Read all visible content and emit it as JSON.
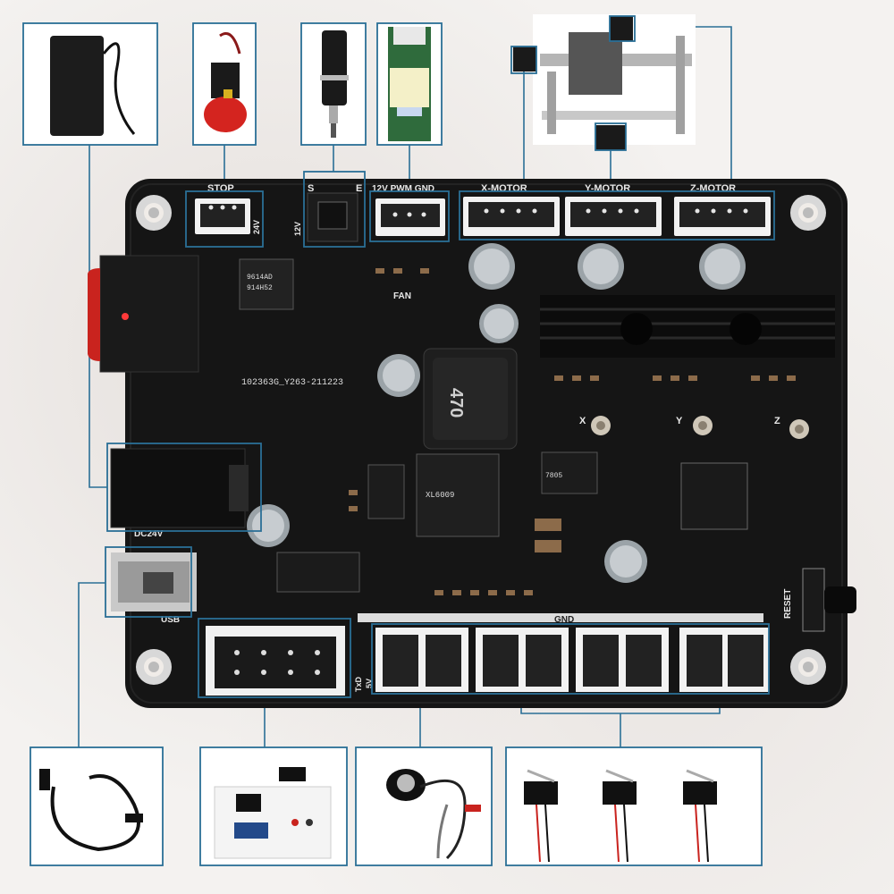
{
  "board": {
    "stop_label": "STOP",
    "s_label": "S",
    "e_label": "E",
    "fan_pwm_label": "12V PWM GND",
    "x_motor_label": "X-MOTOR",
    "y_motor_label": "Y-MOTOR",
    "z_motor_label": "Z-MOTOR",
    "v24_label": "24V",
    "v12_label": "12V",
    "fan_label": "FAN",
    "board_id_label": "102363G_Y263-211223",
    "x_label": "X",
    "y_label": "Y",
    "z_label": "Z",
    "dc24v_label": "DC24V",
    "usb_label": "USB",
    "reset_label": "RESET",
    "gnd_label": "GND",
    "txd_label": "TxD",
    "v5_label": "5V",
    "inductor_label": "470",
    "ic1_line1": "9614AD",
    "ic1_line2": "914H52",
    "ic2_label": "XL6009",
    "regulator_label": "7805"
  },
  "accessories": {
    "power_adapter": "power-adapter",
    "emergency_stop": "emergency-stop-button",
    "spindle_motor": "spindle-motor",
    "laser_module": "laser-module",
    "cnc_machine": "cnc-machine",
    "usb_cable": "usb-cable",
    "offline_controller": "offline-controller",
    "probe": "z-probe",
    "limit_switches": "limit-switches"
  },
  "colors": {
    "callout": "#2a6f96",
    "board": "#141414",
    "silkscreen": "#e8e8e8",
    "switch_red": "#c9231e"
  }
}
